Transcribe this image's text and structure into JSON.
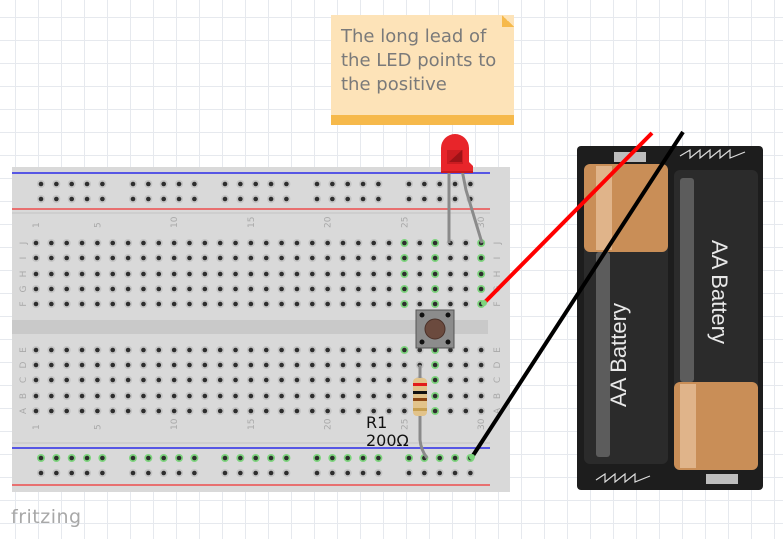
{
  "app": {
    "logo": "fritzing"
  },
  "note": {
    "text": "The long lead of\nthe LED points to\nthe positive"
  },
  "breadboard": {
    "columns": 30,
    "column_labels": [
      "1",
      "5",
      "10",
      "15",
      "20",
      "25",
      "30"
    ],
    "rows_top": [
      "J",
      "I",
      "H",
      "G",
      "F"
    ],
    "rows_bottom": [
      "E",
      "D",
      "C",
      "B",
      "A"
    ],
    "colors": {
      "body": "#d9d9d9",
      "rail_blue": "#2b2be8",
      "rail_red": "#e87070",
      "highlight": "#7ed47e"
    }
  },
  "components": {
    "resistor": {
      "label": "R1",
      "value": "200Ω"
    },
    "led": {
      "color": "red"
    },
    "button": {
      "type": "pushbutton"
    },
    "battery": {
      "label_1": "AA Battery",
      "label_2": "AA Battery",
      "count": 2
    }
  },
  "wires": [
    {
      "name": "positive-wire",
      "color": "#ff0000"
    },
    {
      "name": "negative-wire",
      "color": "#000000"
    }
  ]
}
